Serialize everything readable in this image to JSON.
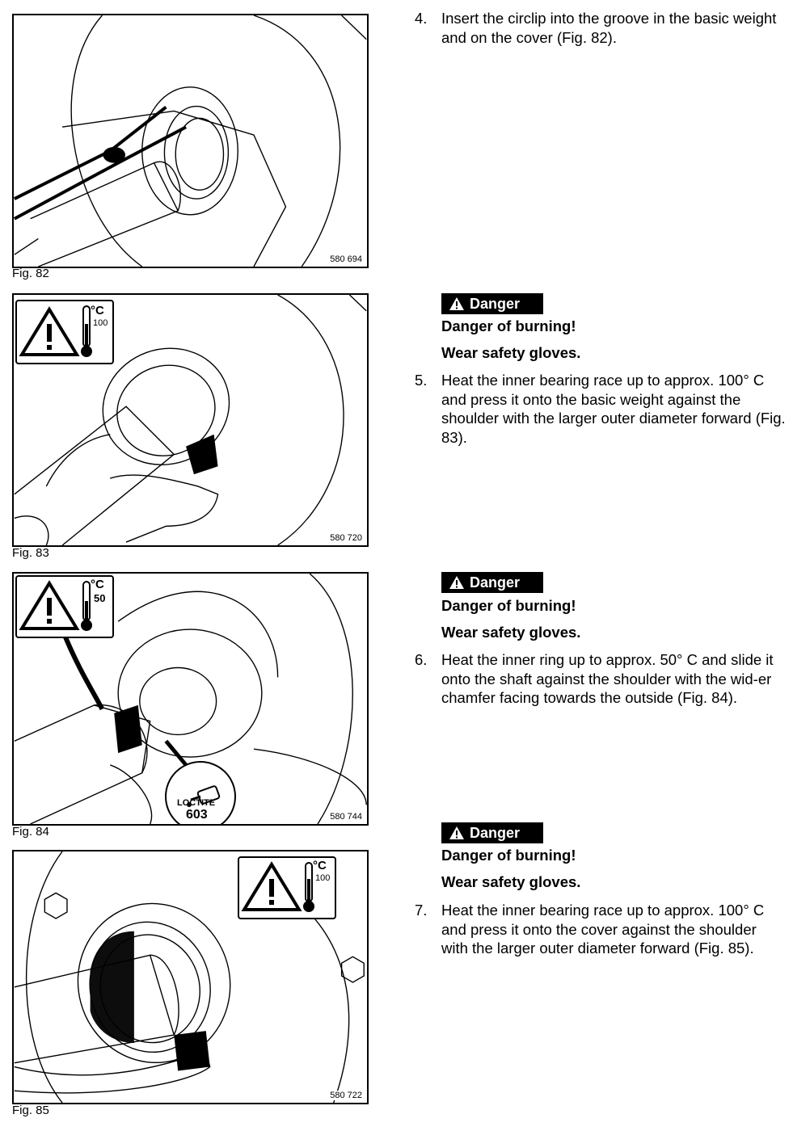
{
  "figures": [
    {
      "caption": "Fig. 82",
      "number": "580 694",
      "badge": ""
    },
    {
      "caption": "Fig. 83",
      "number": "580 720",
      "badge": "100"
    },
    {
      "caption": "Fig. 84",
      "number": "580 744",
      "badge": "50",
      "loctite_label": "LOCTITE",
      "loctite_number": "603"
    },
    {
      "caption": "Fig. 85",
      "number": "580 722",
      "badge": "100"
    }
  ],
  "thermo_unit": "°C",
  "steps": [
    {
      "num": "4.",
      "text": "Insert the circlip into the groove in the basic weight and on the cover (Fig. 82)."
    },
    {
      "num": "5.",
      "text": "Heat the inner bearing race up to approx. 100° C and press it onto the basic weight against the shoulder with the larger outer diameter forward (Fig. 83)."
    },
    {
      "num": "6.",
      "text": "Heat the inner ring up to approx. 50° C and slide it onto the shaft against the shoulder with the wid-er chamfer facing towards the outside (Fig. 84)."
    },
    {
      "num": "7.",
      "text": "Heat the inner bearing race up to approx. 100° C and press it onto the cover against the shoulder with the larger outer diameter forward (Fig. 85)."
    }
  ],
  "danger": {
    "label": "Danger",
    "line1": "Danger of burning!",
    "line2": "Wear safety gloves."
  }
}
